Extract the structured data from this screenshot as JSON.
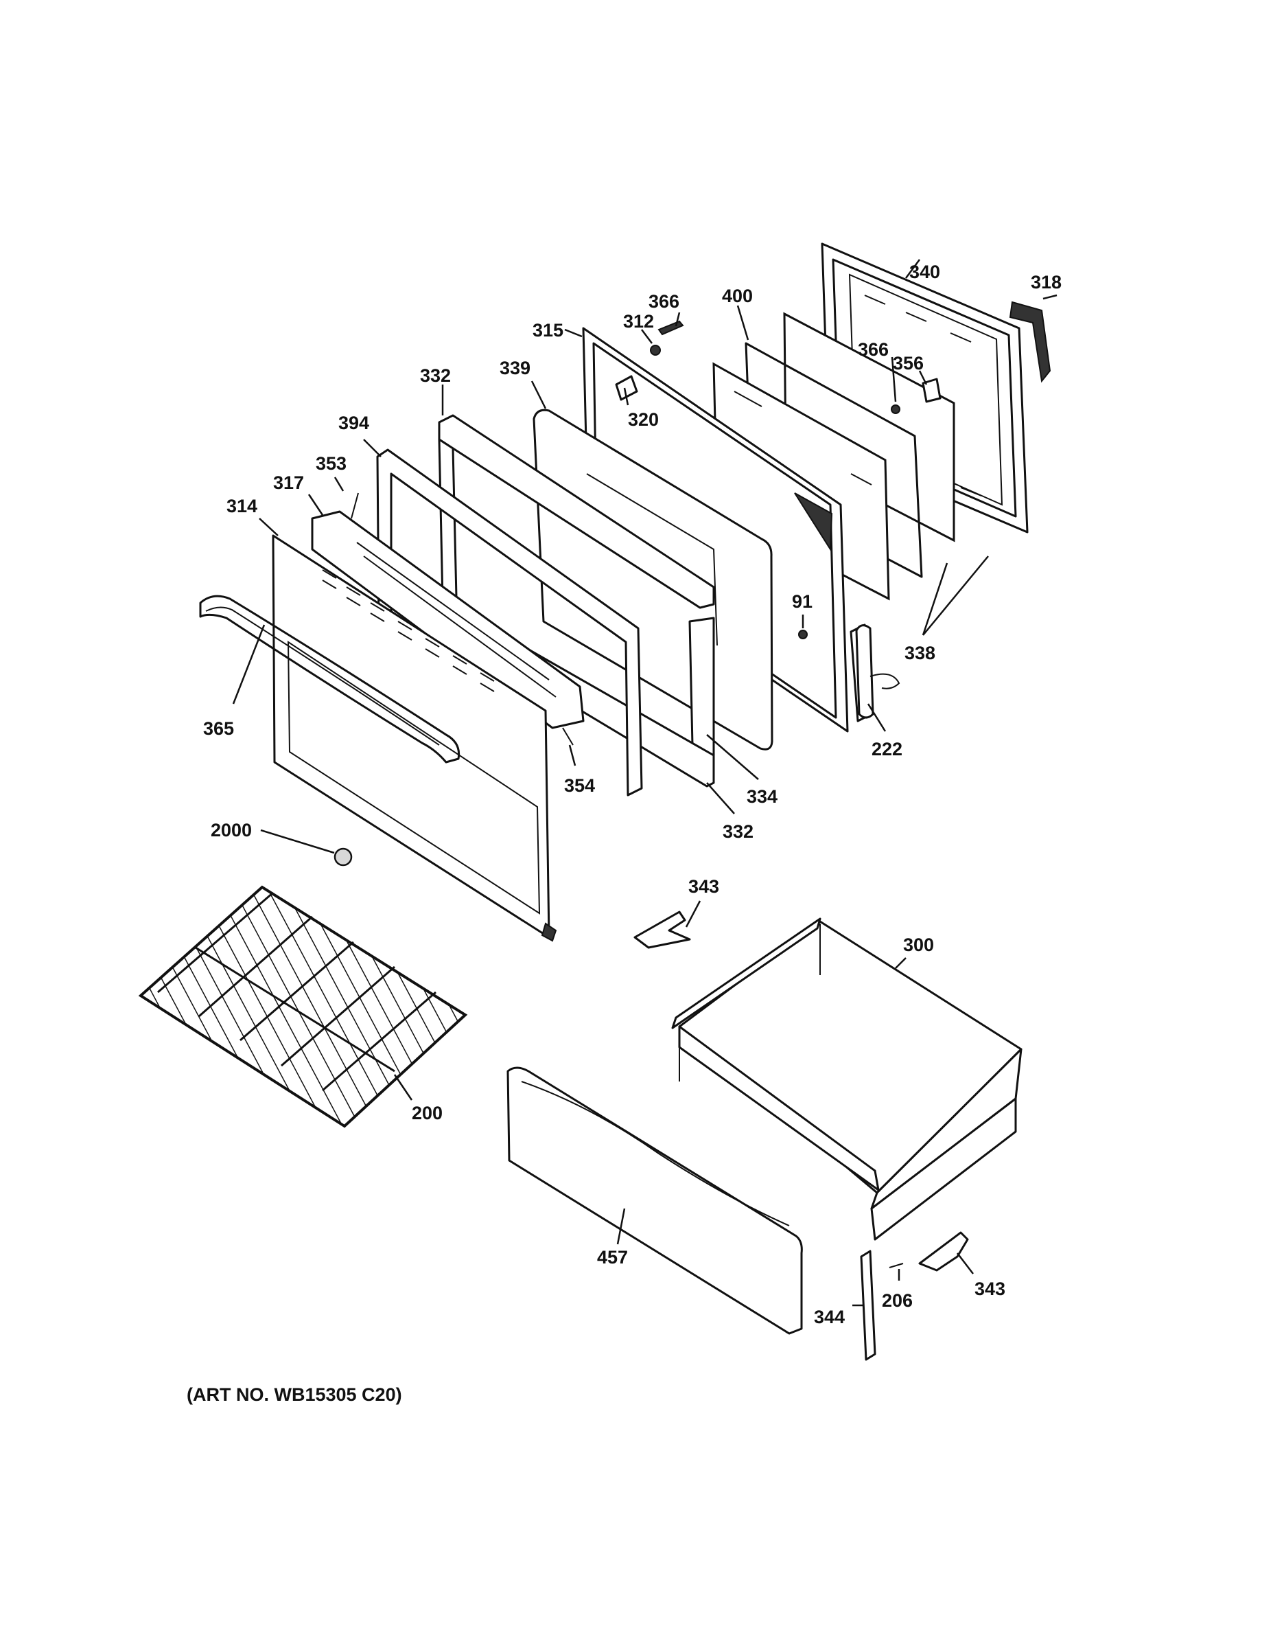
{
  "figure": {
    "art_number": "(ART NO. WB15305 C20)"
  },
  "callouts": {
    "c340": "340",
    "c318": "318",
    "c400": "400",
    "c366a": "366",
    "c312": "312",
    "c315": "315",
    "c366b": "366",
    "c356": "356",
    "c332a": "332",
    "c339": "339",
    "c320": "320",
    "c394": "394",
    "c353": "353",
    "c317": "317",
    "c314": "314",
    "c91": "91",
    "c338": "338",
    "c365": "365",
    "c222": "222",
    "c354": "354",
    "c334": "334",
    "c332b": "332",
    "c2000": "2000",
    "c343a": "343",
    "c300": "300",
    "c200": "200",
    "c457": "457",
    "c343b": "343",
    "c206": "206",
    "c344": "344"
  }
}
